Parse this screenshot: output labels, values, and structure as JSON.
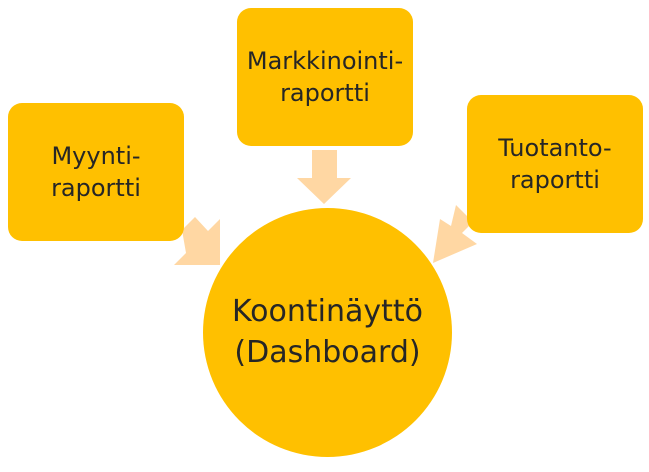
{
  "colors": {
    "node": "#FFC000",
    "arrow": "#FFD7A3",
    "text": "#262626"
  },
  "diagram": {
    "sources": [
      {
        "id": "myynti",
        "lines": [
          "Myynti-",
          "raportti"
        ]
      },
      {
        "id": "markkinointi",
        "lines": [
          "Markkinointi-",
          "raportti"
        ]
      },
      {
        "id": "tuotanto",
        "lines": [
          "Tuotanto-",
          "raportti"
        ]
      }
    ],
    "hub": {
      "lines": [
        "Koontinäyttö",
        "(Dashboard)"
      ]
    }
  }
}
